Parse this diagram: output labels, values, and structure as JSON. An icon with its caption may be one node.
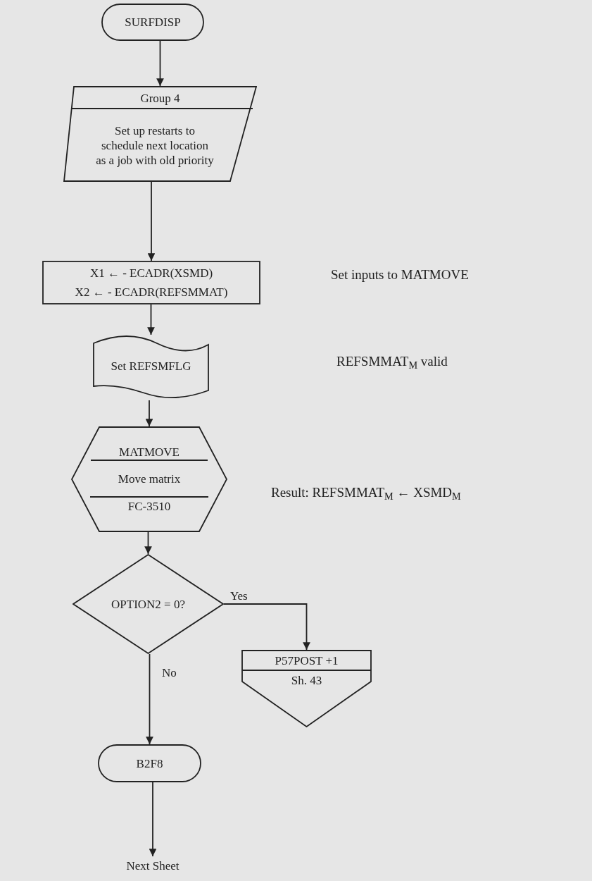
{
  "diagram": {
    "nodes": [
      {
        "text": [
          "SURFDISP"
        ]
      },
      {
        "text": [
          "Group 4",
          "Set up restarts to schedule next location as a job with old priority"
        ]
      },
      {
        "text": [
          "X1 ← - ECADR(XSMD)",
          "X2 ← - ECADR(REFSMMAT)"
        ]
      },
      {
        "text": [
          "Set REFSMFLG"
        ]
      },
      {
        "text": [
          "MATMOVE",
          "Move matrix",
          "FC-3510"
        ]
      },
      {
        "text": [
          "OPTION2 = 0?"
        ]
      },
      {
        "text": [
          "P57POST +1",
          "Sh. 43"
        ]
      },
      {
        "text": [
          "B2F8"
        ]
      },
      {
        "text": [
          "Next Sheet"
        ]
      }
    ],
    "edges": [
      {
        "from": 0,
        "to": 1,
        "arrow": "to"
      },
      {
        "from": 1,
        "to": 2,
        "arrow": "to"
      },
      {
        "from": 2,
        "to": 3,
        "arrow": "to"
      },
      {
        "from": 3,
        "to": 4,
        "arrow": "to"
      },
      {
        "from": 4,
        "to": 5,
        "arrow": "to"
      },
      {
        "from": 5,
        "to": 6,
        "arrow": "to",
        "label": "Yes"
      },
      {
        "from": 5,
        "to": 7,
        "arrow": "to",
        "label": "No"
      },
      {
        "from": 7,
        "to": 8,
        "arrow": "to"
      }
    ],
    "labels": [
      "Set inputs to MATMOVE",
      "REFSMMAT$_{M}$ valid",
      "Result: REFSMMAT$_{M}$ ← XSMD$_{M}$"
    ]
  }
}
